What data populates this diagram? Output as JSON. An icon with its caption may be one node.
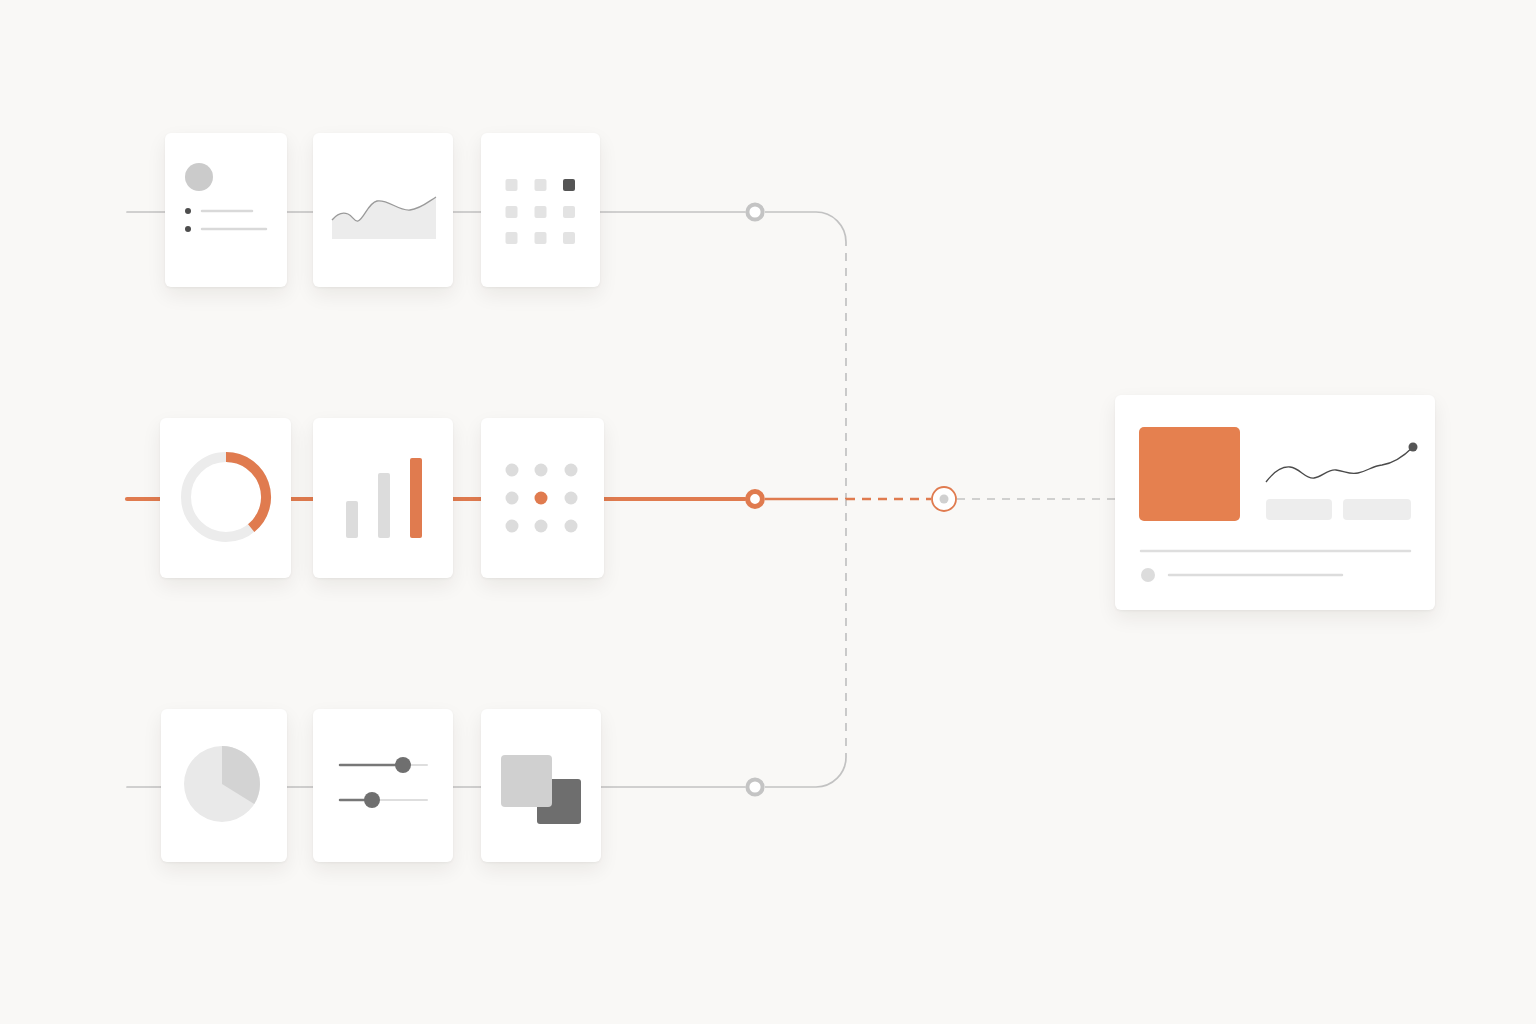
{
  "diagram": {
    "nodes": [
      {
        "text": [],
        "shape": "box"
      },
      {
        "text": [],
        "shape": "box"
      },
      {
        "text": [],
        "shape": "box"
      },
      {
        "text": [],
        "shape": "box"
      },
      {
        "text": [],
        "shape": "box"
      },
      {
        "text": [],
        "shape": "box"
      },
      {
        "text": [],
        "shape": "box"
      },
      {
        "text": [],
        "shape": "box"
      },
      {
        "text": [],
        "shape": "box"
      },
      {
        "text": [],
        "shape": "circle"
      },
      {
        "text": [],
        "shape": "circle"
      },
      {
        "text": [],
        "shape": "circle"
      },
      {
        "text": [],
        "shape": "circle"
      },
      {
        "text": [],
        "shape": "box"
      }
    ],
    "edges": [
      {
        "from": null,
        "to": 0,
        "arrow": "none"
      },
      {
        "from": 0,
        "to": 1,
        "arrow": "none"
      },
      {
        "from": 1,
        "to": 2,
        "arrow": "none"
      },
      {
        "from": 2,
        "to": 9,
        "arrow": "none"
      },
      {
        "from": null,
        "to": 3,
        "arrow": "none",
        "style": "thick",
        "color": "#e07b4f"
      },
      {
        "from": 3,
        "to": 4,
        "arrow": "none",
        "style": "thick",
        "color": "#e07b4f"
      },
      {
        "from": 4,
        "to": 5,
        "arrow": "none",
        "style": "thick",
        "color": "#e07b4f"
      },
      {
        "from": 5,
        "to": 10,
        "arrow": "none",
        "style": "thick",
        "color": "#e07b4f"
      },
      {
        "from": null,
        "to": 6,
        "arrow": "none"
      },
      {
        "from": 6,
        "to": 7,
        "arrow": "none"
      },
      {
        "from": 7,
        "to": 8,
        "arrow": "none"
      },
      {
        "from": 8,
        "to": 11,
        "arrow": "none"
      },
      {
        "from": 9,
        "to": 12,
        "arrow": "none",
        "style": "dashed"
      },
      {
        "from": 10,
        "to": 12,
        "arrow": "none",
        "style": "dashed",
        "color": "#e07b4f"
      },
      {
        "from": 11,
        "to": 12,
        "arrow": "none",
        "style": "dashed"
      },
      {
        "from": 12,
        "to": 13,
        "arrow": "none",
        "style": "dashed"
      }
    ]
  }
}
